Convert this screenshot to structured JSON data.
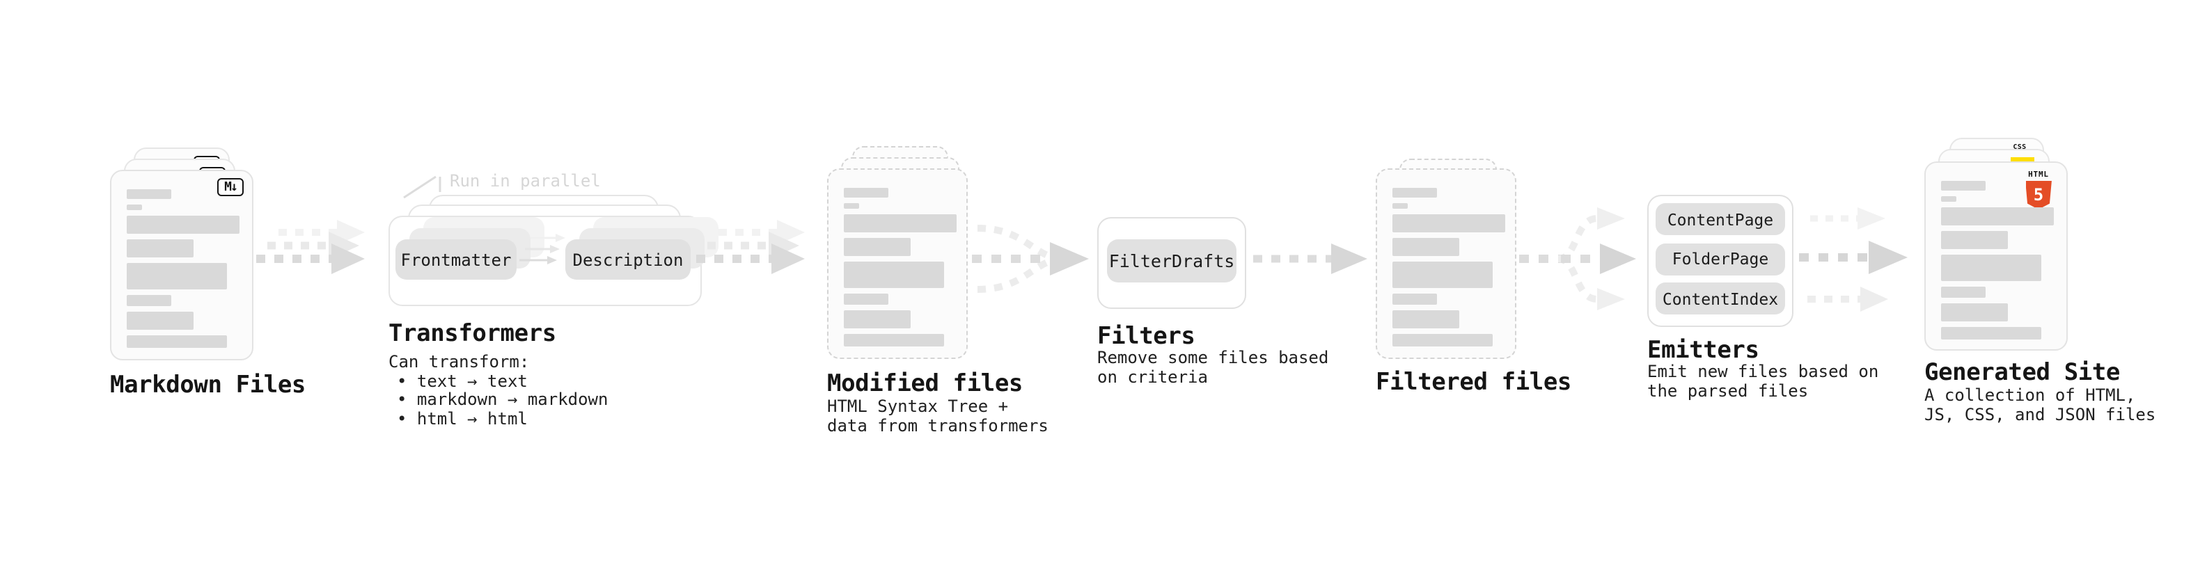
{
  "diagram": {
    "markdown": {
      "title": "Markdown Files",
      "badge": "M↓"
    },
    "transformers": {
      "note": "Run in parallel",
      "pill_left": "Frontmatter",
      "pill_right": "Description",
      "title": "Transformers",
      "desc": "Can transform:",
      "bullets": [
        "• text → text",
        "• markdown → markdown",
        "• html → html"
      ]
    },
    "modified": {
      "title": "Modified files",
      "desc": [
        "HTML Syntax Tree +",
        "data from transformers"
      ]
    },
    "filters": {
      "pill": "FilterDrafts",
      "title": "Filters",
      "desc": [
        "Remove some files based",
        "on criteria"
      ]
    },
    "filtered": {
      "title": "Filtered files"
    },
    "emitters": {
      "pills": [
        "ContentPage",
        "FolderPage",
        "ContentIndex"
      ],
      "title": "Emitters",
      "desc": [
        "Emit new files based on",
        "the parsed files"
      ]
    },
    "generated": {
      "title": "Generated Site",
      "desc": [
        "A collection of HTML,",
        "JS, CSS, and JSON files"
      ],
      "badges": {
        "css": "CSS",
        "html_label": "HTML",
        "html_number": "5"
      }
    }
  },
  "colors": {
    "html5_orange": "#E44D26",
    "js_yellow": "#FFDE00",
    "css_blue": "#2F6BE4",
    "bar_gray": "#d9d9d9",
    "arrow_gray": "#dadada"
  }
}
